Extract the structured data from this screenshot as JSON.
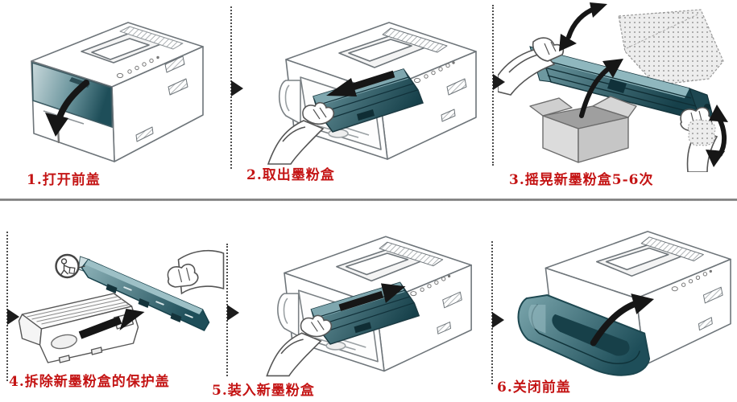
{
  "steps": [
    {
      "number": "1",
      "label": "1.打开前盖"
    },
    {
      "number": "2",
      "label": "2.取出墨粉盒"
    },
    {
      "number": "3",
      "label": "3.摇晃新墨粉盒5-6次"
    },
    {
      "number": "4",
      "label": "4.拆除新墨粉盒的保护盖"
    },
    {
      "number": "5",
      "label": "5.装入新墨粉盒"
    },
    {
      "number": "6",
      "label": "6.关闭前盖"
    }
  ],
  "colors": {
    "label_red": "#c41414",
    "teal_dark": "#1e4e59",
    "teal_light": "#c9d9dc",
    "divider_gray": "#8b8b8b",
    "arrow_black": "#161616"
  },
  "icons": {
    "flow_arrow": "black-right-triangle",
    "panel_separator": "vertical-dotted-line",
    "step4_badge": "disposal-icon"
  }
}
